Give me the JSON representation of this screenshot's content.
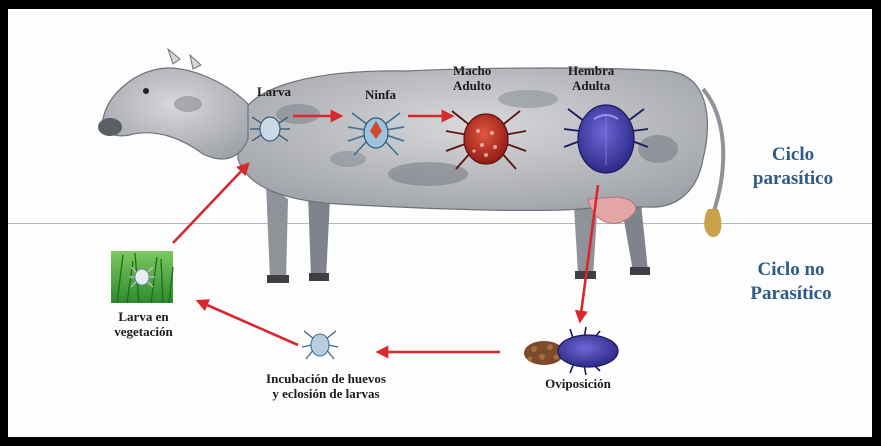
{
  "diagram": {
    "stage_labels": {
      "larva": "Larva",
      "ninfa": "Ninfa",
      "macho_adulto_l1": "Macho",
      "macho_adulto_l2": "Adulto",
      "hembra_adulta_l1": "Hembra",
      "hembra_adulta_l2": "Adulta",
      "larva_vegetacion_l1": "Larva en",
      "larva_vegetacion_l2": "vegetación",
      "incubacion_l1": "Incubación de huevos",
      "incubacion_l2": "y eclosión de larvas",
      "oviposicion": "Oviposición"
    },
    "cycle_labels": {
      "parasitico_l1": "Ciclo",
      "parasitico_l2": "parasítico",
      "no_parasitico_l1": "Ciclo no",
      "no_parasitico_l2": "Parasítico"
    }
  },
  "colors": {
    "arrow": "#d9272e",
    "cycle_text": "#2e5a8a",
    "divider": "#aeb8c3",
    "female_tick": "#3a35a8",
    "male_tick": "#c2261f"
  }
}
